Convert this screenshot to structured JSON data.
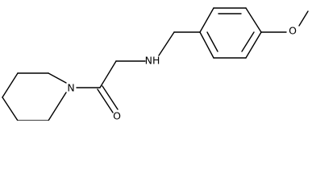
{
  "structure": {
    "atoms": {
      "ring_nitrogen": "N",
      "amine": "NH",
      "carbonyl_oxygen": "O",
      "methoxy_oxygen": "O"
    },
    "colors": {
      "bond": "#000000",
      "label": "#000000",
      "background": "#ffffff"
    }
  }
}
